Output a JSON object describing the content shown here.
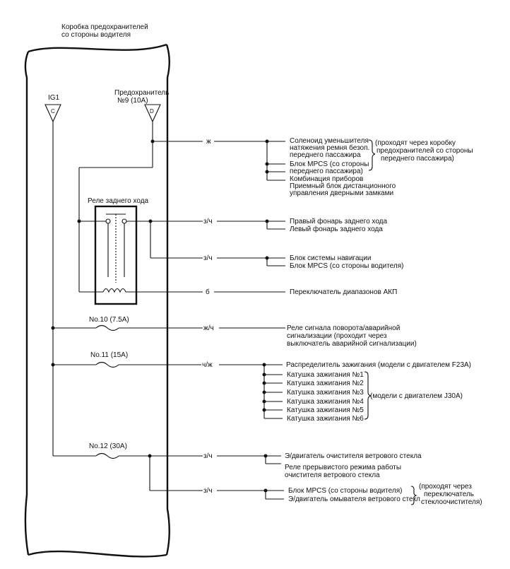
{
  "header": {
    "box_title_line1": "Коробка предохранителей",
    "box_title_line2": "со стороны водителя"
  },
  "ig1": {
    "label": "IG1",
    "terminal": "C"
  },
  "fuse9": {
    "label_line1": "Предохранитель",
    "label_line2": "№9 (10A)",
    "terminal": "D"
  },
  "relay": {
    "label": "Реле заднего хода"
  },
  "fuses": {
    "f10": "No.10 (7.5A)",
    "f11": "No.11 (15A)",
    "f12": "No.12 (30A)"
  },
  "wire_colors": {
    "w1": "ж",
    "w2": "з/ч",
    "w3": "з/ч",
    "w4": "б",
    "w5": "ж/ч",
    "w6": "ч/ж",
    "w7": "з/ч",
    "w8": "з/ч"
  },
  "group1": {
    "item1_line1": "Соленоид уменьшителя",
    "item1_line2": "натяжения ремня безоп.",
    "item1_line3": "переднего пассажира",
    "item2_line1": "Блок MPCS (со стороны",
    "item2_line2": "переднего пассажира)",
    "item3": "Комбинация приборов",
    "item4_line1": "Приемный блок дистанционного",
    "item4_line2": "управления дверными замками",
    "note_line1": "(проходят через коробку",
    "note_line2": "предохранителей со стороны",
    "note_line3": "переднего пассажира)"
  },
  "group2": {
    "item1": "Правый фонарь заднего хода",
    "item2": "Левый фонарь заднего хода"
  },
  "group3": {
    "item1": "Блок системы навигации",
    "item2": "Блок MPCS (со стороны водителя)"
  },
  "group4": {
    "item1": "Переключатель диапазонов АКП"
  },
  "group5": {
    "item1_line1": "Реле сигнала поворота/аварийной",
    "item1_line2": "сигнализации (проходит через",
    "item1_line3": "выключатель аварийной сигнализации)"
  },
  "group6": {
    "item0": "Распределитель зажигания (модели с двигателем F23A)",
    "coils": [
      "Катушка зажигания №1",
      "Катушка зажигания №2",
      "Катушка зажигания №3",
      "Катушка зажигания №4",
      "Катушка зажигания №5",
      "Катушка зажигания №6"
    ],
    "note": "(модели с двигателем J30A)"
  },
  "group7": {
    "item1": "Э/двигатель очистителя ветрового стекла",
    "item2_line1": "Реле прерывистого режима работы",
    "item2_line2": "очистителя ветрового стекла"
  },
  "group8": {
    "item1": "Блок MPCS (со стороны водителя)",
    "item2": "Э/двигатель омывателя ветрового стекл",
    "note_line1": "(проходят через",
    "note_line2": "переключатель",
    "note_line3": "стеклоочистителя)"
  }
}
